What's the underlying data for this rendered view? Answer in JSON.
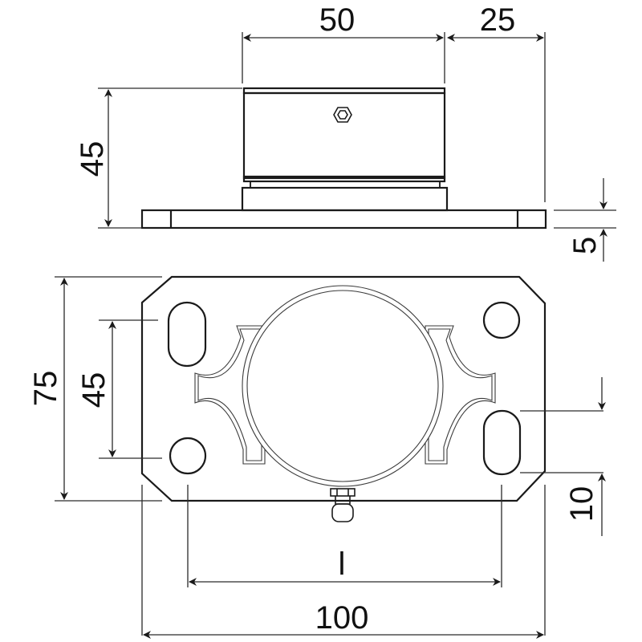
{
  "drawing": {
    "title": "Pillow block bearing mount with base plate",
    "views": [
      "side-view",
      "top-view"
    ],
    "colors": {
      "line": "#1a1a1a",
      "background": "#ffffff"
    }
  },
  "side_view": {
    "dimensions": {
      "body_width": "50",
      "offset_width": "25",
      "total_height": "45",
      "plate_thickness": "5"
    },
    "features": [
      "cylindrical-housing",
      "hex-set-screw",
      "base-plate",
      "plate-end-blocks"
    ]
  },
  "top_view": {
    "dimensions": {
      "plate_depth": "75",
      "hole_spacing_vertical": "45",
      "hole_spacing_horizontal": "l",
      "plate_length": "100",
      "slot_edge_offset": "10"
    },
    "features": [
      "chamfered-plate",
      "central-housing-circle",
      "cross-shaped-flange",
      "slotted-holes",
      "round-holes",
      "grease-nipple"
    ]
  }
}
